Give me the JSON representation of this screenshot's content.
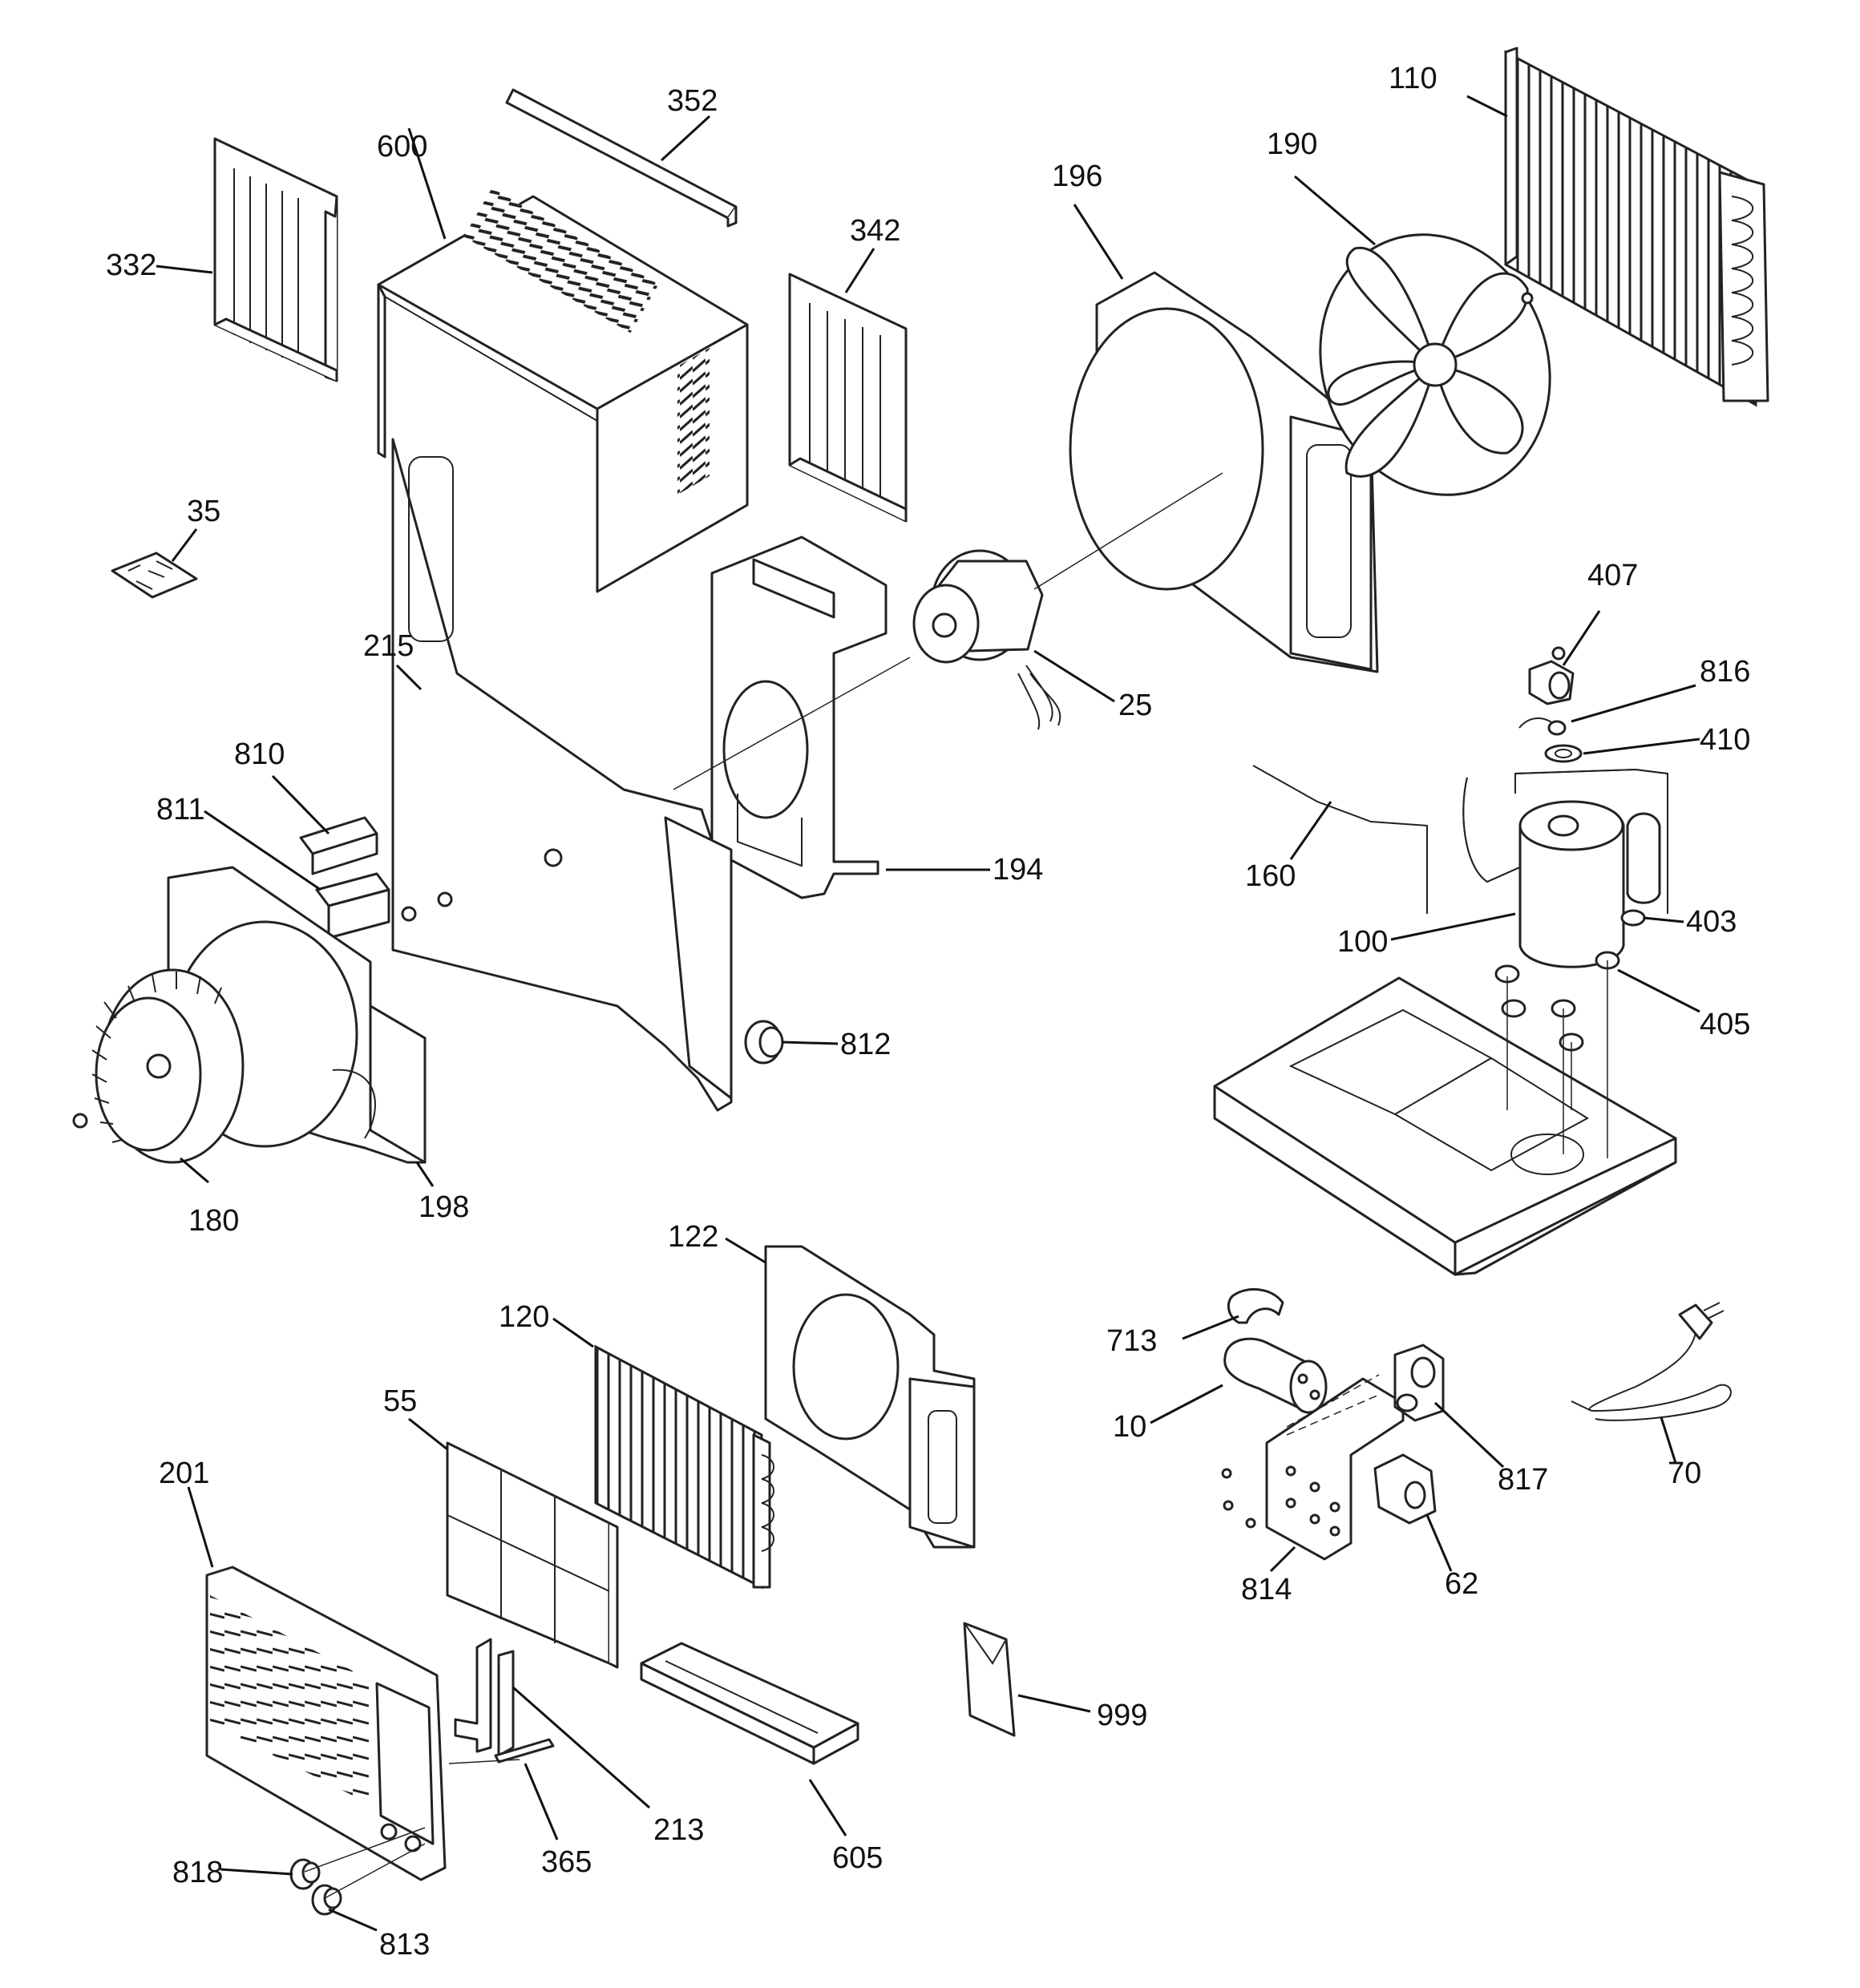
{
  "labels": {
    "p110": "110",
    "p352": "352",
    "p600": "600",
    "p190": "190",
    "p196": "196",
    "p342": "342",
    "p332": "332",
    "p35": "35",
    "p407": "407",
    "p215": "215",
    "p816": "816",
    "p25": "25",
    "p410": "410",
    "p810": "810",
    "p811": "811",
    "p194": "194",
    "p160": "160",
    "p403": "403",
    "p100": "100",
    "p405": "405",
    "p812": "812",
    "p198": "198",
    "p180": "180",
    "p122": "122",
    "p120": "120",
    "p713": "713",
    "p70": "70",
    "p55": "55",
    "p10": "10",
    "p817": "817",
    "p201": "201",
    "p62": "62",
    "p814": "814",
    "p999": "999",
    "p213": "213",
    "p365": "365",
    "p605": "605",
    "p818": "818",
    "p813": "813"
  }
}
